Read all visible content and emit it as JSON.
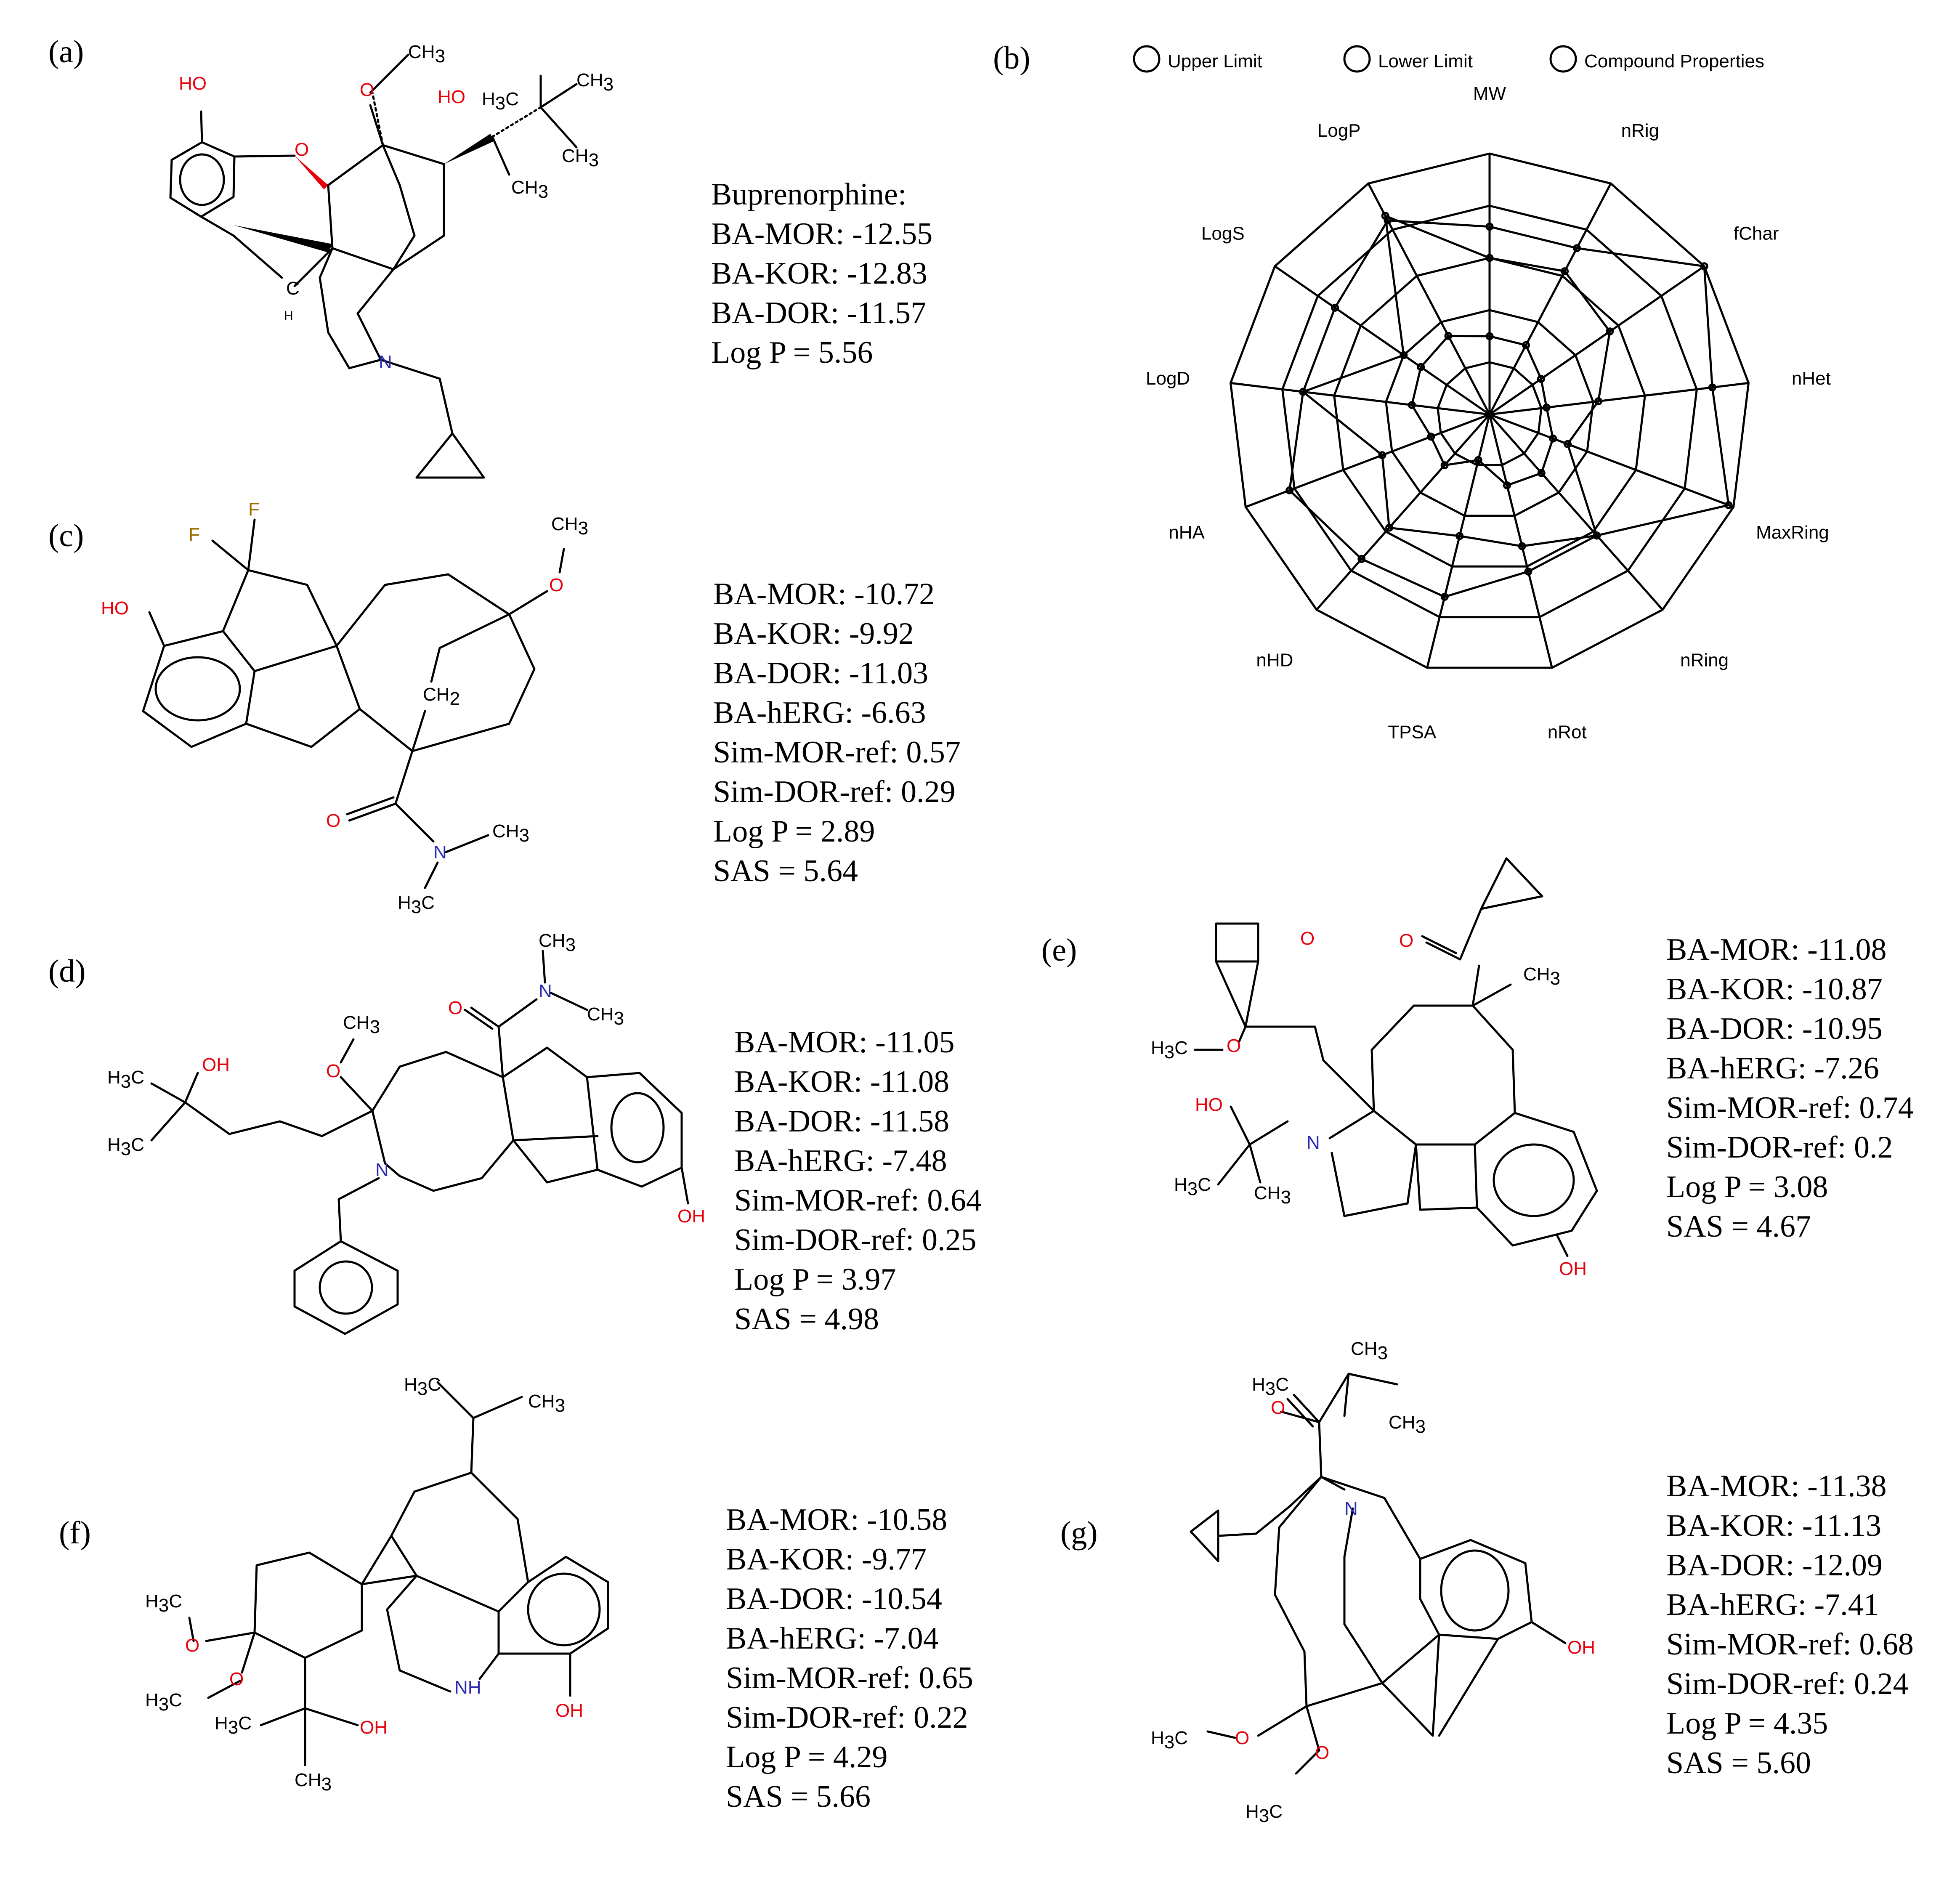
{
  "panels": {
    "a": {
      "label": "(a)",
      "props": [
        "Buprenorphine:",
        "BA-MOR: -12.55",
        "BA-KOR: -12.83",
        "BA-DOR: -11.57",
        "Log P = 5.56"
      ]
    },
    "b": {
      "label": "(b)"
    },
    "c": {
      "label": "(c)",
      "props": [
        "BA-MOR: -10.72",
        "BA-KOR: -9.92",
        "BA-DOR: -11.03",
        "BA-hERG: -6.63",
        "Sim-MOR-ref: 0.57",
        "Sim-DOR-ref: 0.29",
        "Log P = 2.89",
        "SAS = 5.64"
      ]
    },
    "d": {
      "label": "(d)",
      "props": [
        "BA-MOR: -11.05",
        "BA-KOR: -11.08",
        "BA-DOR: -11.58",
        "BA-hERG: -7.48",
        "Sim-MOR-ref: 0.64",
        "Sim-DOR-ref: 0.25",
        "Log P = 3.97",
        "SAS = 4.98"
      ]
    },
    "e": {
      "label": "(e)",
      "props": [
        "BA-MOR: -11.08",
        "BA-KOR: -10.87",
        "BA-DOR: -10.95",
        "BA-hERG: -7.26",
        "Sim-MOR-ref: 0.74",
        "Sim-DOR-ref: 0.2",
        "Log P = 3.08",
        "SAS = 4.67"
      ]
    },
    "f": {
      "label": "(f)",
      "props": [
        "BA-MOR: -10.58",
        "BA-KOR: -9.77",
        "BA-DOR: -10.54",
        "BA-hERG: -7.04",
        "Sim-MOR-ref: 0.65",
        "Sim-DOR-ref: 0.22",
        "Log P = 4.29",
        "SAS = 5.66"
      ]
    },
    "g": {
      "label": "(g)",
      "props": [
        "BA-MOR: -11.38",
        "BA-KOR: -11.13",
        "BA-DOR: -12.09",
        "BA-hERG: -7.41",
        "Sim-MOR-ref: 0.68",
        "Sim-DOR-ref: 0.24",
        "Log P = 4.35",
        "SAS = 5.60"
      ]
    }
  },
  "atoms": {
    "OH": "OH",
    "HO": "HO",
    "O": "O",
    "N": "N",
    "NH": "NH",
    "F": "F",
    "CH3": "CH",
    "H3C": "H",
    "C": "C",
    "CH2": "CH",
    "H2": "H",
    "sub3": "3",
    "sub2": "2"
  },
  "chart_data": {
    "type": "radar",
    "axes": [
      "MW",
      "nRig",
      "fChar",
      "nHet",
      "MaxRing",
      "nRing",
      "nRot",
      "TPSA",
      "nHD",
      "nHA",
      "LogD",
      "LogS",
      "LogP"
    ],
    "rmax": 5,
    "series": [
      {
        "name": "Upper Limit",
        "values": [
          3.6,
          3.6,
          5.0,
          4.3,
          4.9,
          3.1,
          3.1,
          3.6,
          3.7,
          4.1,
          3.6,
          3.6,
          4.2
        ],
        "color": "#f9d9a6"
      },
      {
        "name": "Lower Limit",
        "values": [
          1.5,
          1.5,
          1.2,
          1.1,
          1.3,
          1.5,
          1.4,
          0.9,
          1.3,
          1.2,
          1.5,
          1.6,
          1.7
        ],
        "color": "#f5a090"
      },
      {
        "name": "Compound Properties",
        "values": [
          3.0,
          3.1,
          2.8,
          2.1,
          1.6,
          3.1,
          2.6,
          2.4,
          2.9,
          2.2,
          3.6,
          2.0,
          4.3
        ],
        "color": "#8ba9dc"
      }
    ],
    "legend_position": "top"
  }
}
